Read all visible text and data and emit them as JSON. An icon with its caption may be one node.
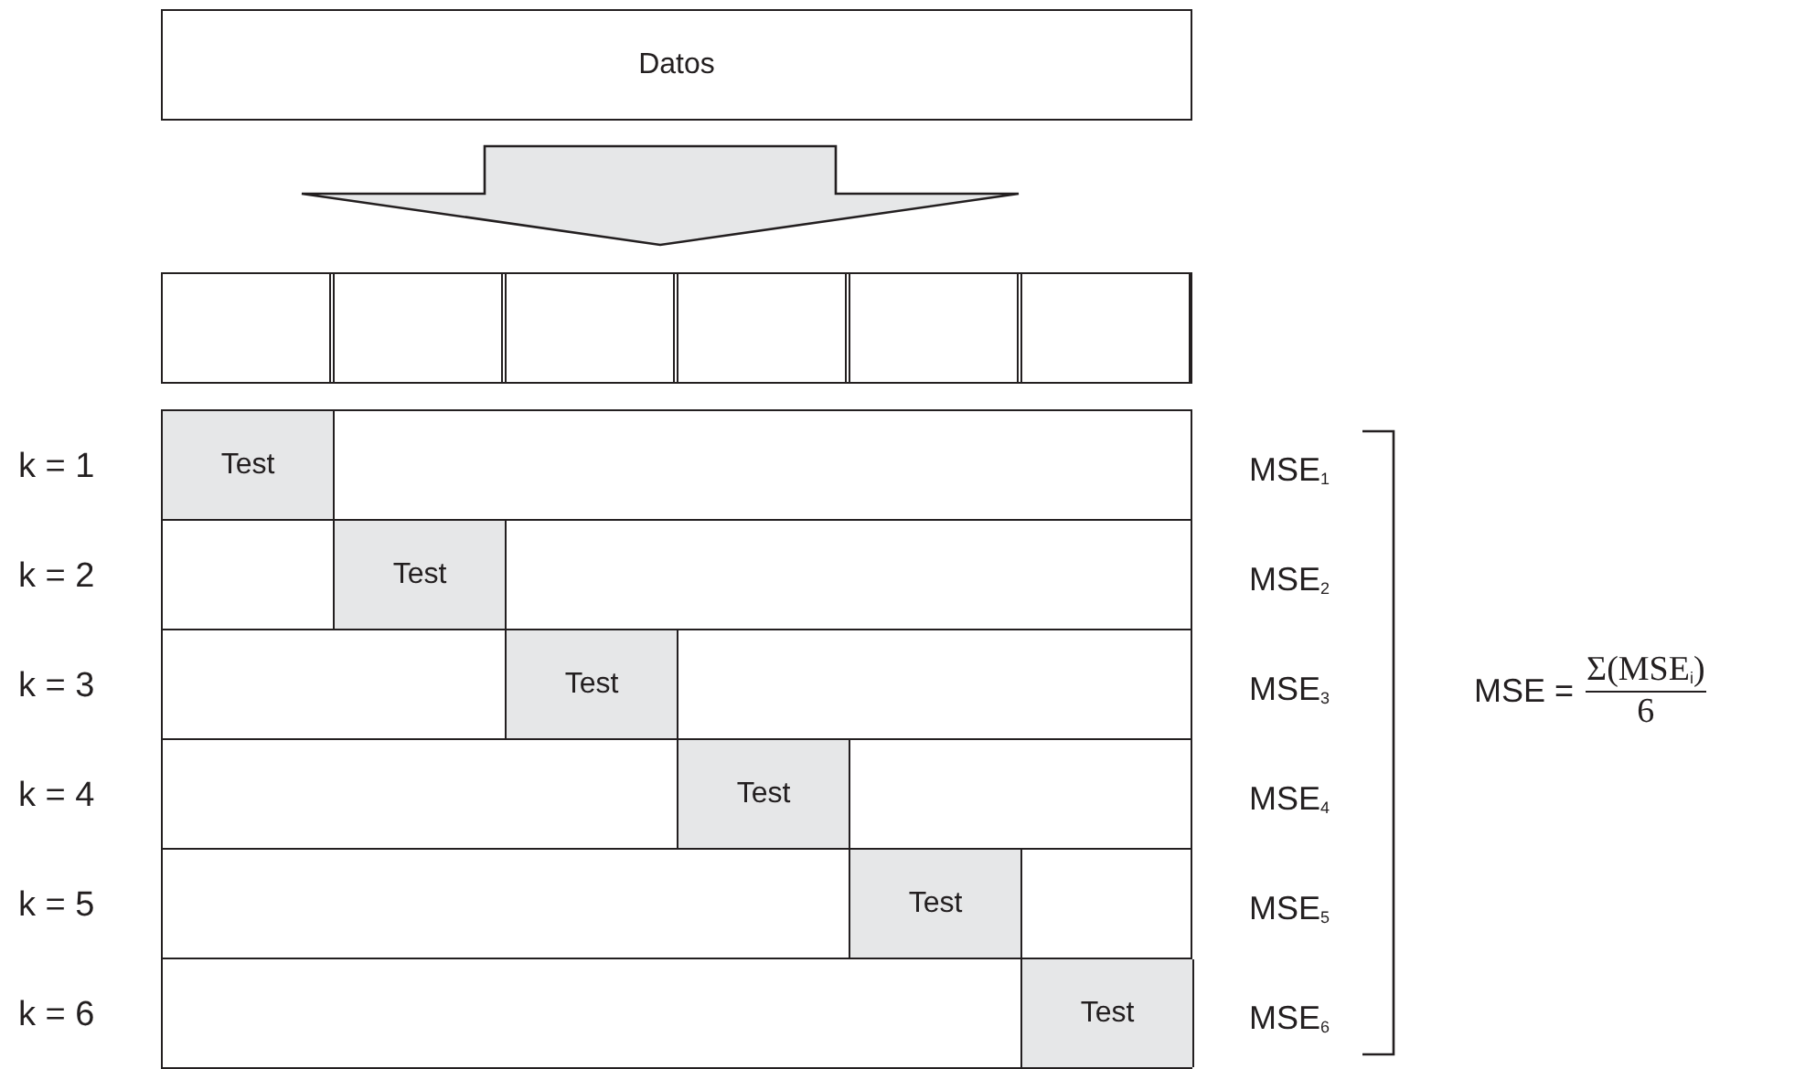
{
  "diagram": {
    "nodes": [
      {
        "text": [
          "Datos"
        ]
      },
      {
        "text": [],
        "shape": "box"
      },
      {
        "text": [],
        "shape": "box",
        "in": 1
      },
      {
        "text": [],
        "shape": "box",
        "in": 1
      },
      {
        "text": [],
        "shape": "box",
        "in": 1
      },
      {
        "text": [],
        "shape": "box",
        "in": 1
      },
      {
        "text": [],
        "shape": "box",
        "in": 1
      },
      {
        "text": [],
        "shape": "box",
        "in": 1
      },
      {
        "text": [],
        "shape": "bar",
        "beside": [
          "k = 1",
          "MSE$_{1}$"
        ]
      },
      {
        "text": [
          "Test"
        ],
        "in": 8
      },
      {
        "text": [],
        "shape": "bar",
        "beside": [
          "k = 2",
          "MSE$_{2}$"
        ]
      },
      {
        "text": [
          "Test"
        ],
        "in": 10
      },
      {
        "text": [],
        "shape": "bar",
        "beside": [
          "k = 3",
          "MSE$_{3}$"
        ]
      },
      {
        "text": [
          "Test"
        ],
        "in": 12
      },
      {
        "text": [],
        "shape": "bar",
        "beside": [
          "k = 4",
          "MSE$_{4}$"
        ]
      },
      {
        "text": [
          "Test"
        ],
        "in": 14
      },
      {
        "text": [],
        "shape": "bar",
        "beside": [
          "k = 5",
          "MSE$_{5}$"
        ]
      },
      {
        "text": [
          "Test"
        ],
        "in": 16
      },
      {
        "text": [],
        "shape": "bar",
        "beside": [
          "k = 6",
          "MSE$_{6}$"
        ]
      },
      {
        "text": [
          "Test"
        ],
        "in": 18
      }
    ],
    "edges": [
      {
        "from": 0,
        "to": 1,
        "arrow": "to"
      }
    ],
    "labels": [
      "MSE =",
      "Σ(MSE$_{i}$)",
      "6"
    ]
  }
}
